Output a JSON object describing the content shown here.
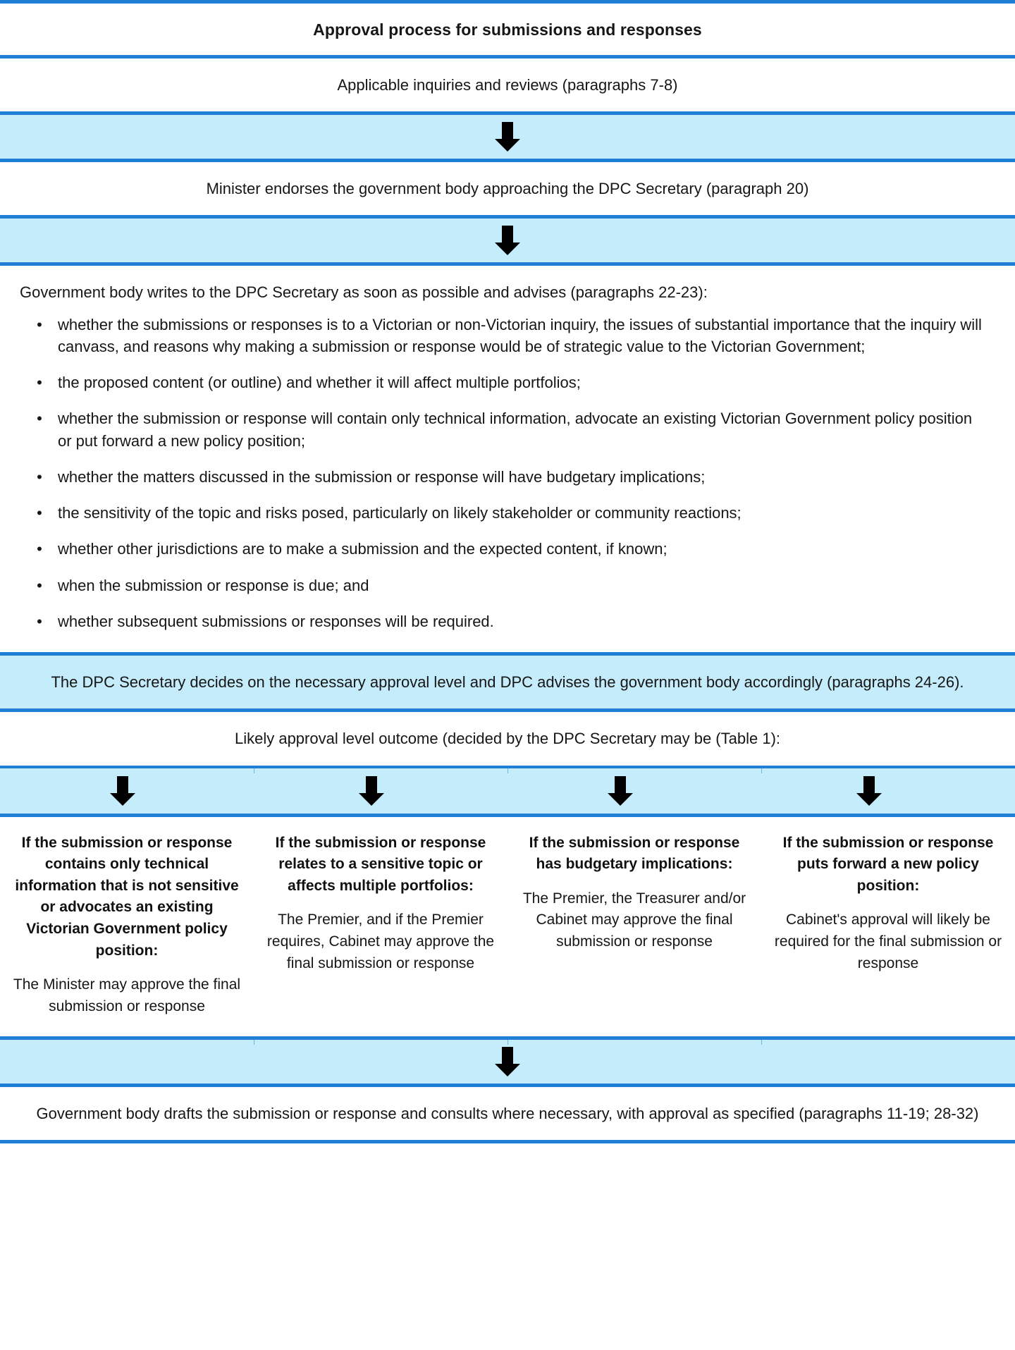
{
  "document": {
    "title": "Approval process for submissions and responses"
  },
  "colors": {
    "rule_blue": "#1f7fd4",
    "band_fill": "#c5ecfb",
    "text": "#161616"
  },
  "steps": {
    "applicable_inquiries": "Applicable inquiries and reviews (paragraphs 7-8)",
    "minister_endorses": "Minister endorses the government body approaching the DPC Secretary (paragraph 20)",
    "gov_body_writes_intro": "Government body writes to the DPC Secretary as soon as possible and advises (paragraphs 22-23):",
    "dpc_decides": "The DPC Secretary decides on the necessary approval level and DPC advises the government body accordingly (paragraphs 24-26).",
    "likely_outcome": "Likely approval level outcome (decided by the DPC Secretary may be (Table 1):",
    "drafts_final": "Government body drafts the submission or response and consults where necessary, with approval as specified (paragraphs 11-19; 28-32)"
  },
  "advise_bullets": [
    "whether the submissions or responses is to a Victorian or non-Victorian inquiry, the issues of substantial importance that the inquiry will canvass, and reasons why making a submission or response would be of strategic value to the Victorian Government;",
    "the proposed content (or outline) and whether it will affect multiple portfolios;",
    "whether the submission or response will contain only technical information, advocate an existing Victorian Government policy position or put forward a new policy position;",
    "whether the matters discussed in the submission or response will have budgetary implications;",
    "the sensitivity of the topic and risks posed, particularly on likely stakeholder or community reactions;",
    "whether other jurisdictions are to make a submission and the expected content, if known;",
    "when the submission or response is due; and",
    "whether subsequent submissions or responses will be required."
  ],
  "bullet_marker": "•",
  "outcome_columns": [
    {
      "condition": "If the submission or response contains only technical information that is not sensitive or advocates an existing Victorian Government policy position:",
      "outcome": "The Minister may approve the final submission or response"
    },
    {
      "condition": "If the submission or response relates to a sensitive topic or affects multiple portfolios:",
      "outcome": "The Premier, and if the Premier requires, Cabinet may approve the final submission or response"
    },
    {
      "condition": "If the submission or response has budgetary implications:",
      "outcome": "The Premier, the Treasurer and/or Cabinet may approve the final submission or response"
    },
    {
      "condition": "If the submission or response puts forward a new policy position:",
      "outcome": "Cabinet's approval will likely be required for the final submission or response"
    }
  ],
  "icons": {
    "down_arrow": "down-arrow-icon"
  }
}
